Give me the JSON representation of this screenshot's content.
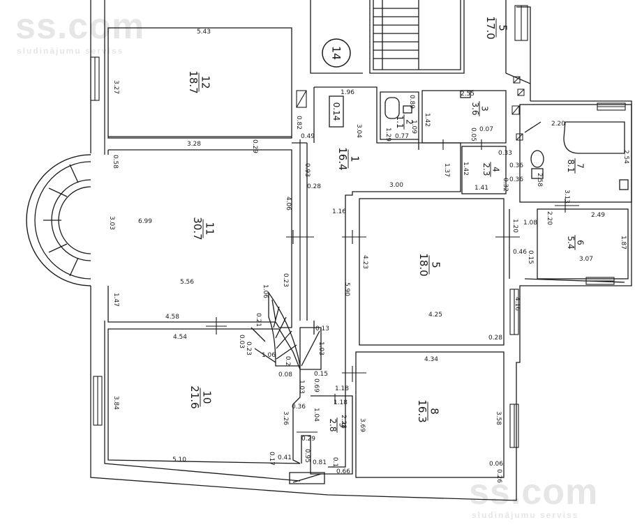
{
  "watermark": {
    "brand": "ss.com",
    "tagline": "sludinājumu serviss"
  },
  "plan_marker": "14",
  "colors": {
    "line": "#1a1a1a",
    "background": "#ffffff",
    "watermark": "#e6e6e6"
  },
  "rooms": [
    {
      "id": "12",
      "area": "18.7"
    },
    {
      "id": "11",
      "area": "30.7"
    },
    {
      "id": "10",
      "area": "21.6"
    },
    {
      "id": "1",
      "area": "16.4"
    },
    {
      "id": "2",
      "area": "1.1"
    },
    {
      "id": "3",
      "area": "3.6"
    },
    {
      "id": "4",
      "area": "2.3"
    },
    {
      "id": "5",
      "area": "17.0"
    },
    {
      "id": "5",
      "area": "18.0"
    },
    {
      "id": "6",
      "area": "5.4"
    },
    {
      "id": "7",
      "area": "8.1"
    },
    {
      "id": "8",
      "area": "16.3"
    },
    {
      "id": "9",
      "area": "2.8"
    },
    {
      "id": "",
      "area": "0.14"
    }
  ],
  "dimensions": [
    "5.43",
    "3.27",
    "0.82",
    "0.49",
    "0.58",
    "3.28",
    "0.29",
    "0.93",
    "0.28",
    "4.06",
    "3.03",
    "6.99",
    "5.56",
    "1.47",
    "4.58",
    "0.23",
    "1.06",
    "0.21",
    "4.54",
    "0.03",
    "0.23",
    "1.06",
    "0.2",
    "0.08",
    "3.84",
    "5.10",
    "0.17",
    "0.41",
    "0.36",
    "3.26",
    "1.03",
    "0.13",
    "1.03",
    "0.15",
    "0.69",
    "1.18",
    "1.18",
    "1.04",
    "2.28",
    "0.29",
    "0.95",
    "0.81",
    "0.1",
    "0.66",
    "1.96",
    "3.04",
    "1.16",
    "3.00",
    "0.89",
    "1.29",
    "0.77",
    "1.09",
    "2.55",
    "1.42",
    "0.05",
    "0.07",
    "1.37",
    "0.33",
    "0.36",
    "1.42",
    "1.41",
    "0.32",
    "0.36",
    "4.23",
    "5.90",
    "4.25",
    "1.20",
    "1.08",
    "0.46",
    "0.15",
    "4.16",
    "0.28",
    "4.34",
    "3.69",
    "3.58",
    "0.06",
    "0.26",
    "2.20",
    "2.54",
    "2.58",
    "3.13",
    "2.20",
    "2.49",
    "1.87",
    "3.07"
  ]
}
